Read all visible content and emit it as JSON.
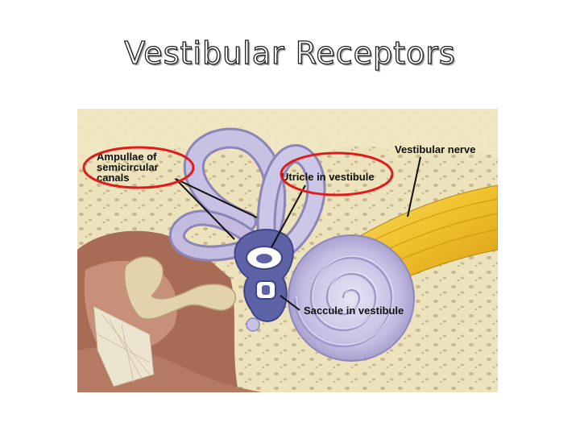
{
  "slide": {
    "title": "Vestibular Receptors"
  },
  "figure": {
    "labels": {
      "ampullae_line1": "Ampullae of",
      "ampullae_line2": "semicircular",
      "ampullae_line3": "canals",
      "utricle": "Utricle in vestibule",
      "vestibular_nerve": "Vestibular nerve",
      "saccule": "Saccule in vestibule"
    },
    "colors": {
      "bone": "#ece3bd",
      "bone_spots": "#c9b78e",
      "tissue": "#a86b55",
      "labyrinth": "#bdb6dd",
      "vestibule": "#5e63a8",
      "nerve": "#f1c52f",
      "highlight_circle": "#e21a1a"
    }
  }
}
